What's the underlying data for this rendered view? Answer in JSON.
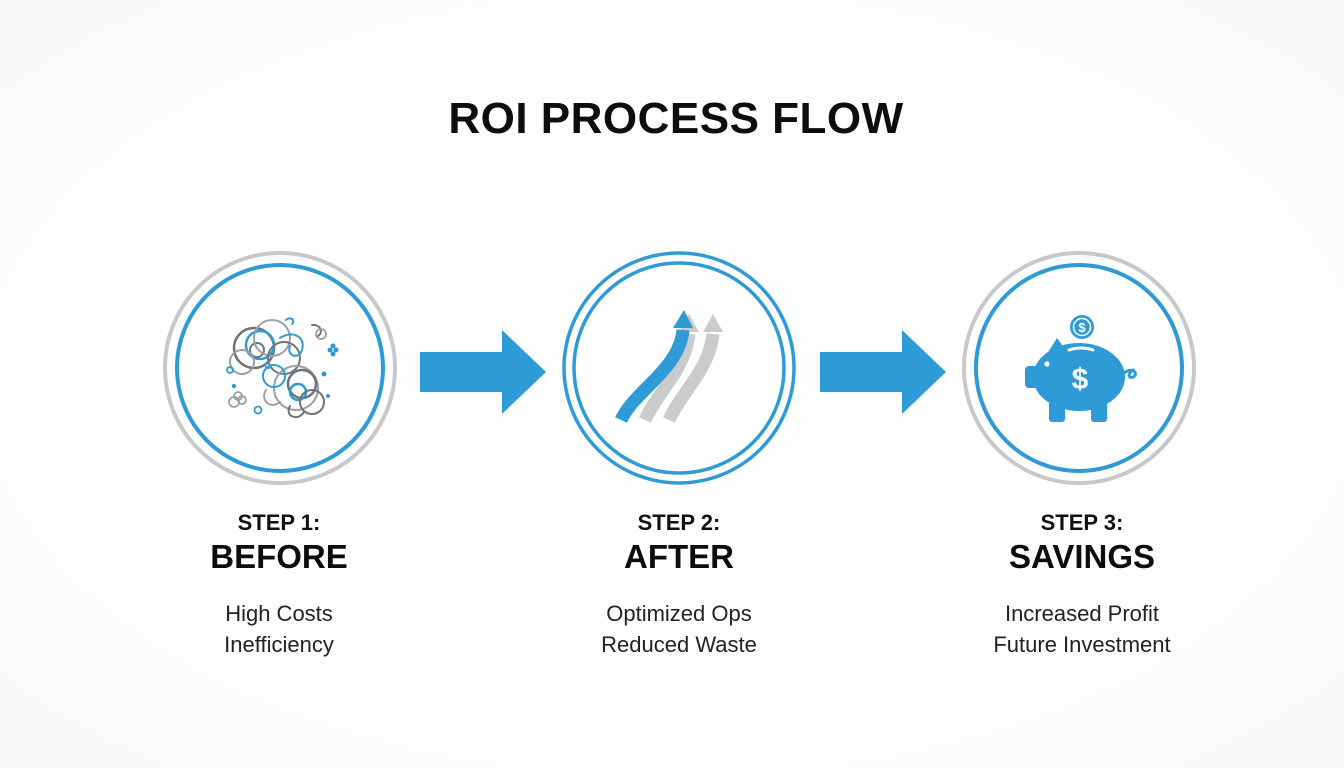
{
  "title": "ROI PROCESS FLOW",
  "colors": {
    "accent": "#2f9bd6",
    "ring_outer": "#c8c8c8",
    "arrow_faded": "#c9cbcd",
    "swirl_dark": "#6e7378",
    "text": "#111111"
  },
  "steps": [
    {
      "number_label": "STEP 1:",
      "name": "BEFORE",
      "lines": [
        "High Costs",
        "Inefficiency"
      ],
      "icon": "tangled-swirls-icon"
    },
    {
      "number_label": "STEP 2:",
      "name": "AFTER",
      "lines": [
        "Optimized Ops",
        "Reduced Waste"
      ],
      "icon": "upward-arrows-icon"
    },
    {
      "number_label": "STEP 3:",
      "name": "SAVINGS",
      "lines": [
        "Increased Profit",
        "Future Investment"
      ],
      "icon": "piggy-bank-icon"
    }
  ],
  "connectors": [
    "right-arrow-icon",
    "right-arrow-icon"
  ],
  "piggy_coin_symbol": "$",
  "piggy_body_symbol": "$"
}
